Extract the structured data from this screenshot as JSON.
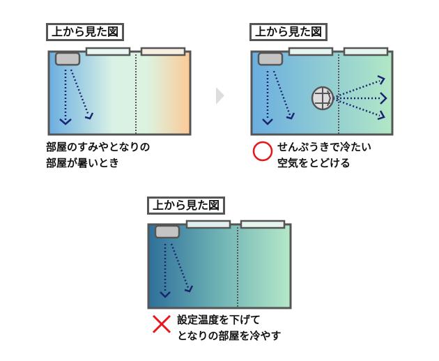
{
  "panels": [
    {
      "label": "上から見た図",
      "caption": [
        "部屋のすみやとなりの",
        "部屋が暑いとき"
      ]
    },
    {
      "label": "上から見た図",
      "caption": [
        "せんぷうきで冷たい",
        "空気をとどける"
      ],
      "mark": "circle-good"
    },
    {
      "label": "上から見た図",
      "caption": [
        "設定温度を下げて",
        "となりの部屋を冷やす"
      ],
      "mark": "cross-bad"
    }
  ],
  "colors": {
    "cool": "#6aaee0",
    "warm": "#fcc996",
    "green": "#b0e6c4",
    "dark": "#2e6f9a",
    "arrow": "#1a2370",
    "good": "#e8161b",
    "bad": "#e8161b"
  }
}
